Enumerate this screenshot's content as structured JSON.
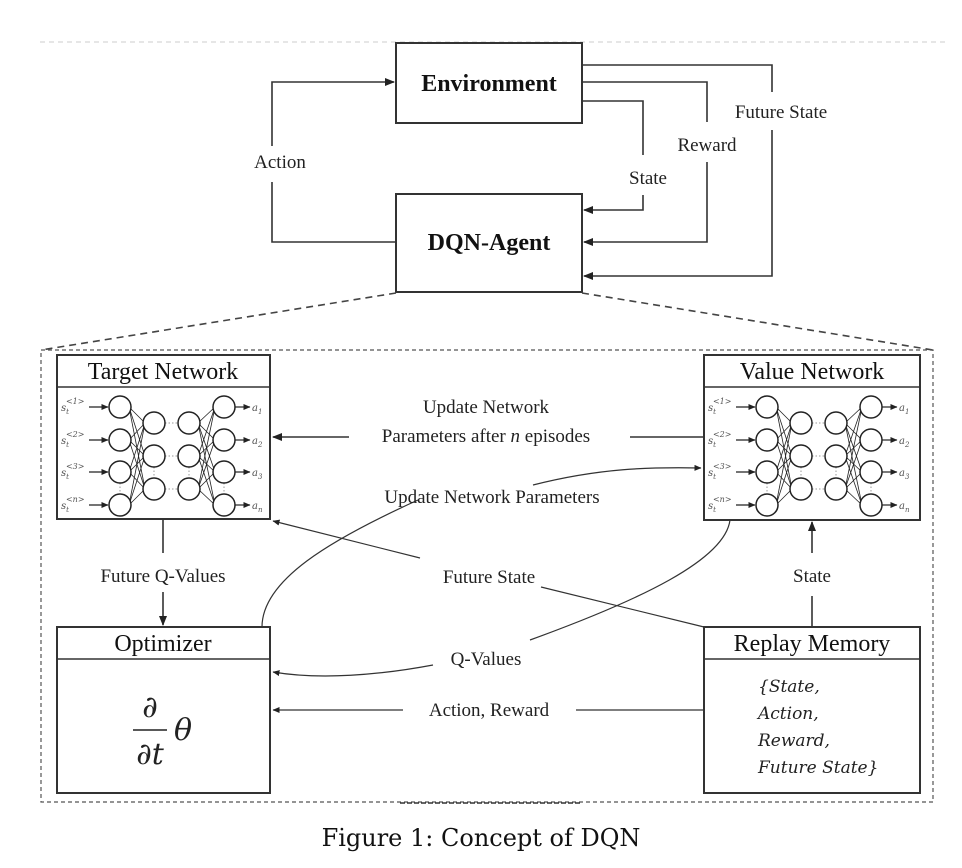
{
  "top": {
    "environment": "Environment",
    "agent": "DQN-Agent",
    "action": "Action",
    "state": "State",
    "reward": "Reward",
    "future_state": "Future State"
  },
  "networks": {
    "target": {
      "title": "Target Network",
      "inputs": [
        "s_t^<1>",
        "s_t^<2>",
        "s_t^<3>",
        "s_t^<n>"
      ],
      "outputs": [
        "a_1",
        "a_2",
        "a_3",
        "a_n"
      ]
    },
    "value": {
      "title": "Value Network",
      "inputs": [
        "s_t^<1>",
        "s_t^<2>",
        "s_t^<3>",
        "s_t^<n>"
      ],
      "outputs": [
        "a_1",
        "a_2",
        "a_3",
        "a_n"
      ]
    }
  },
  "flows": {
    "update_after_n_line1": "Update Network",
    "update_after_n_line2_pre": "Parameters after ",
    "update_after_n_italic": "n",
    "update_after_n_line2_post": " episodes",
    "update_params": "Update Network Parameters",
    "future_q_values": "Future Q-Values",
    "future_state": "Future State",
    "state": "State",
    "q_values": "Q-Values",
    "action_reward": "Action, Reward"
  },
  "optimizer": {
    "title": "Optimizer",
    "formula_num": "∂",
    "formula_den": "∂t",
    "formula_var": "θ"
  },
  "replay": {
    "title": "Replay Memory",
    "lines": [
      "{State,",
      "Action,",
      "Reward,",
      "Future State}"
    ]
  },
  "caption": "Figure 1: Concept of DQN"
}
